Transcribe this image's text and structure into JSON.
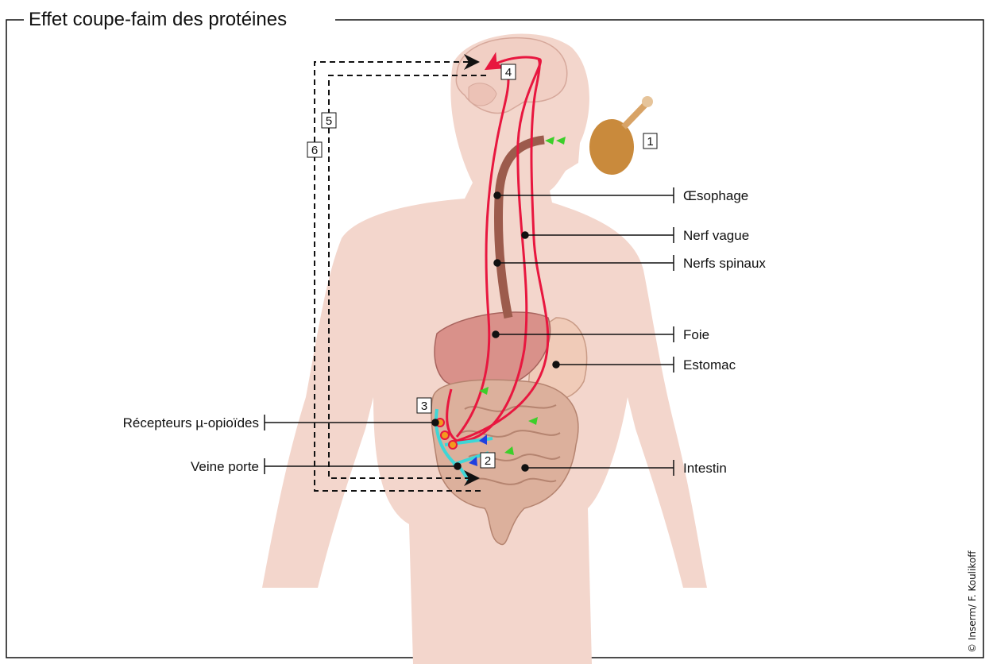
{
  "title": "Effet coupe-faim des protéines",
  "credit": "© Inserm/ F. Koulikoff",
  "labels": {
    "oesophage": "Œsophage",
    "nerf_vague": "Nerf vague",
    "nerfs_spinaux": "Nerfs spinaux",
    "foie": "Foie",
    "estomac": "Estomac",
    "intestin": "Intestin",
    "recepteurs": "Récepteurs µ-opioïdes",
    "veine_porte": "Veine porte"
  },
  "steps": [
    "1",
    "2",
    "3",
    "4",
    "5",
    "6"
  ],
  "colors": {
    "body": "#f3d6cc",
    "nerve": "#e8173f",
    "vein": "#3fd6d6",
    "food_arrow": "#3ccf2a",
    "blue_arrow": "#1f3fe0"
  }
}
